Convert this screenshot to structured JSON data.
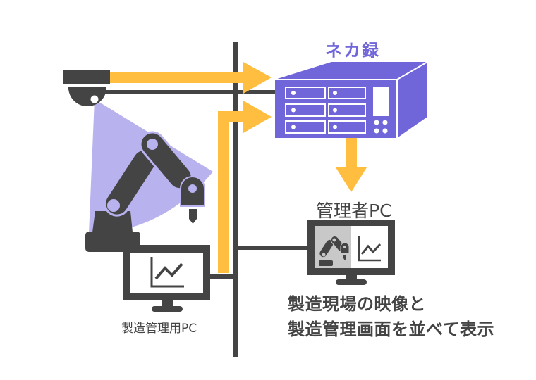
{
  "title": "ネカ録",
  "labels": {
    "manufacturing_pc": "製造管理用PC",
    "admin_pc": "管理者PC",
    "caption_line1": "製造現場の映像と",
    "caption_line2": "製造管理画面を並べて表示"
  },
  "nodes": [
    {
      "id": "camera",
      "icon": "security-camera-icon"
    },
    {
      "id": "robot",
      "icon": "robot-arm-icon"
    },
    {
      "id": "recorder",
      "icon": "nvr-server-icon",
      "label": "ネカ録"
    },
    {
      "id": "manufacturing-pc",
      "icon": "monitor-chart-icon",
      "label": "製造管理用PC"
    },
    {
      "id": "admin-pc",
      "icon": "monitor-split-view-icon",
      "label": "管理者PC"
    }
  ],
  "flows": [
    {
      "from": "camera",
      "to": "recorder",
      "type": "video"
    },
    {
      "from": "manufacturing-pc",
      "to": "recorder",
      "type": "screen"
    },
    {
      "from": "recorder",
      "to": "admin-pc",
      "type": "combined-view"
    }
  ],
  "colors": {
    "accent_purple": "#7066D9",
    "cone_lavender": "#B8B2EE",
    "arrow_yellow": "#FFBE40",
    "dark_gray": "#444444",
    "screen_gray": "#C8C8C8"
  }
}
